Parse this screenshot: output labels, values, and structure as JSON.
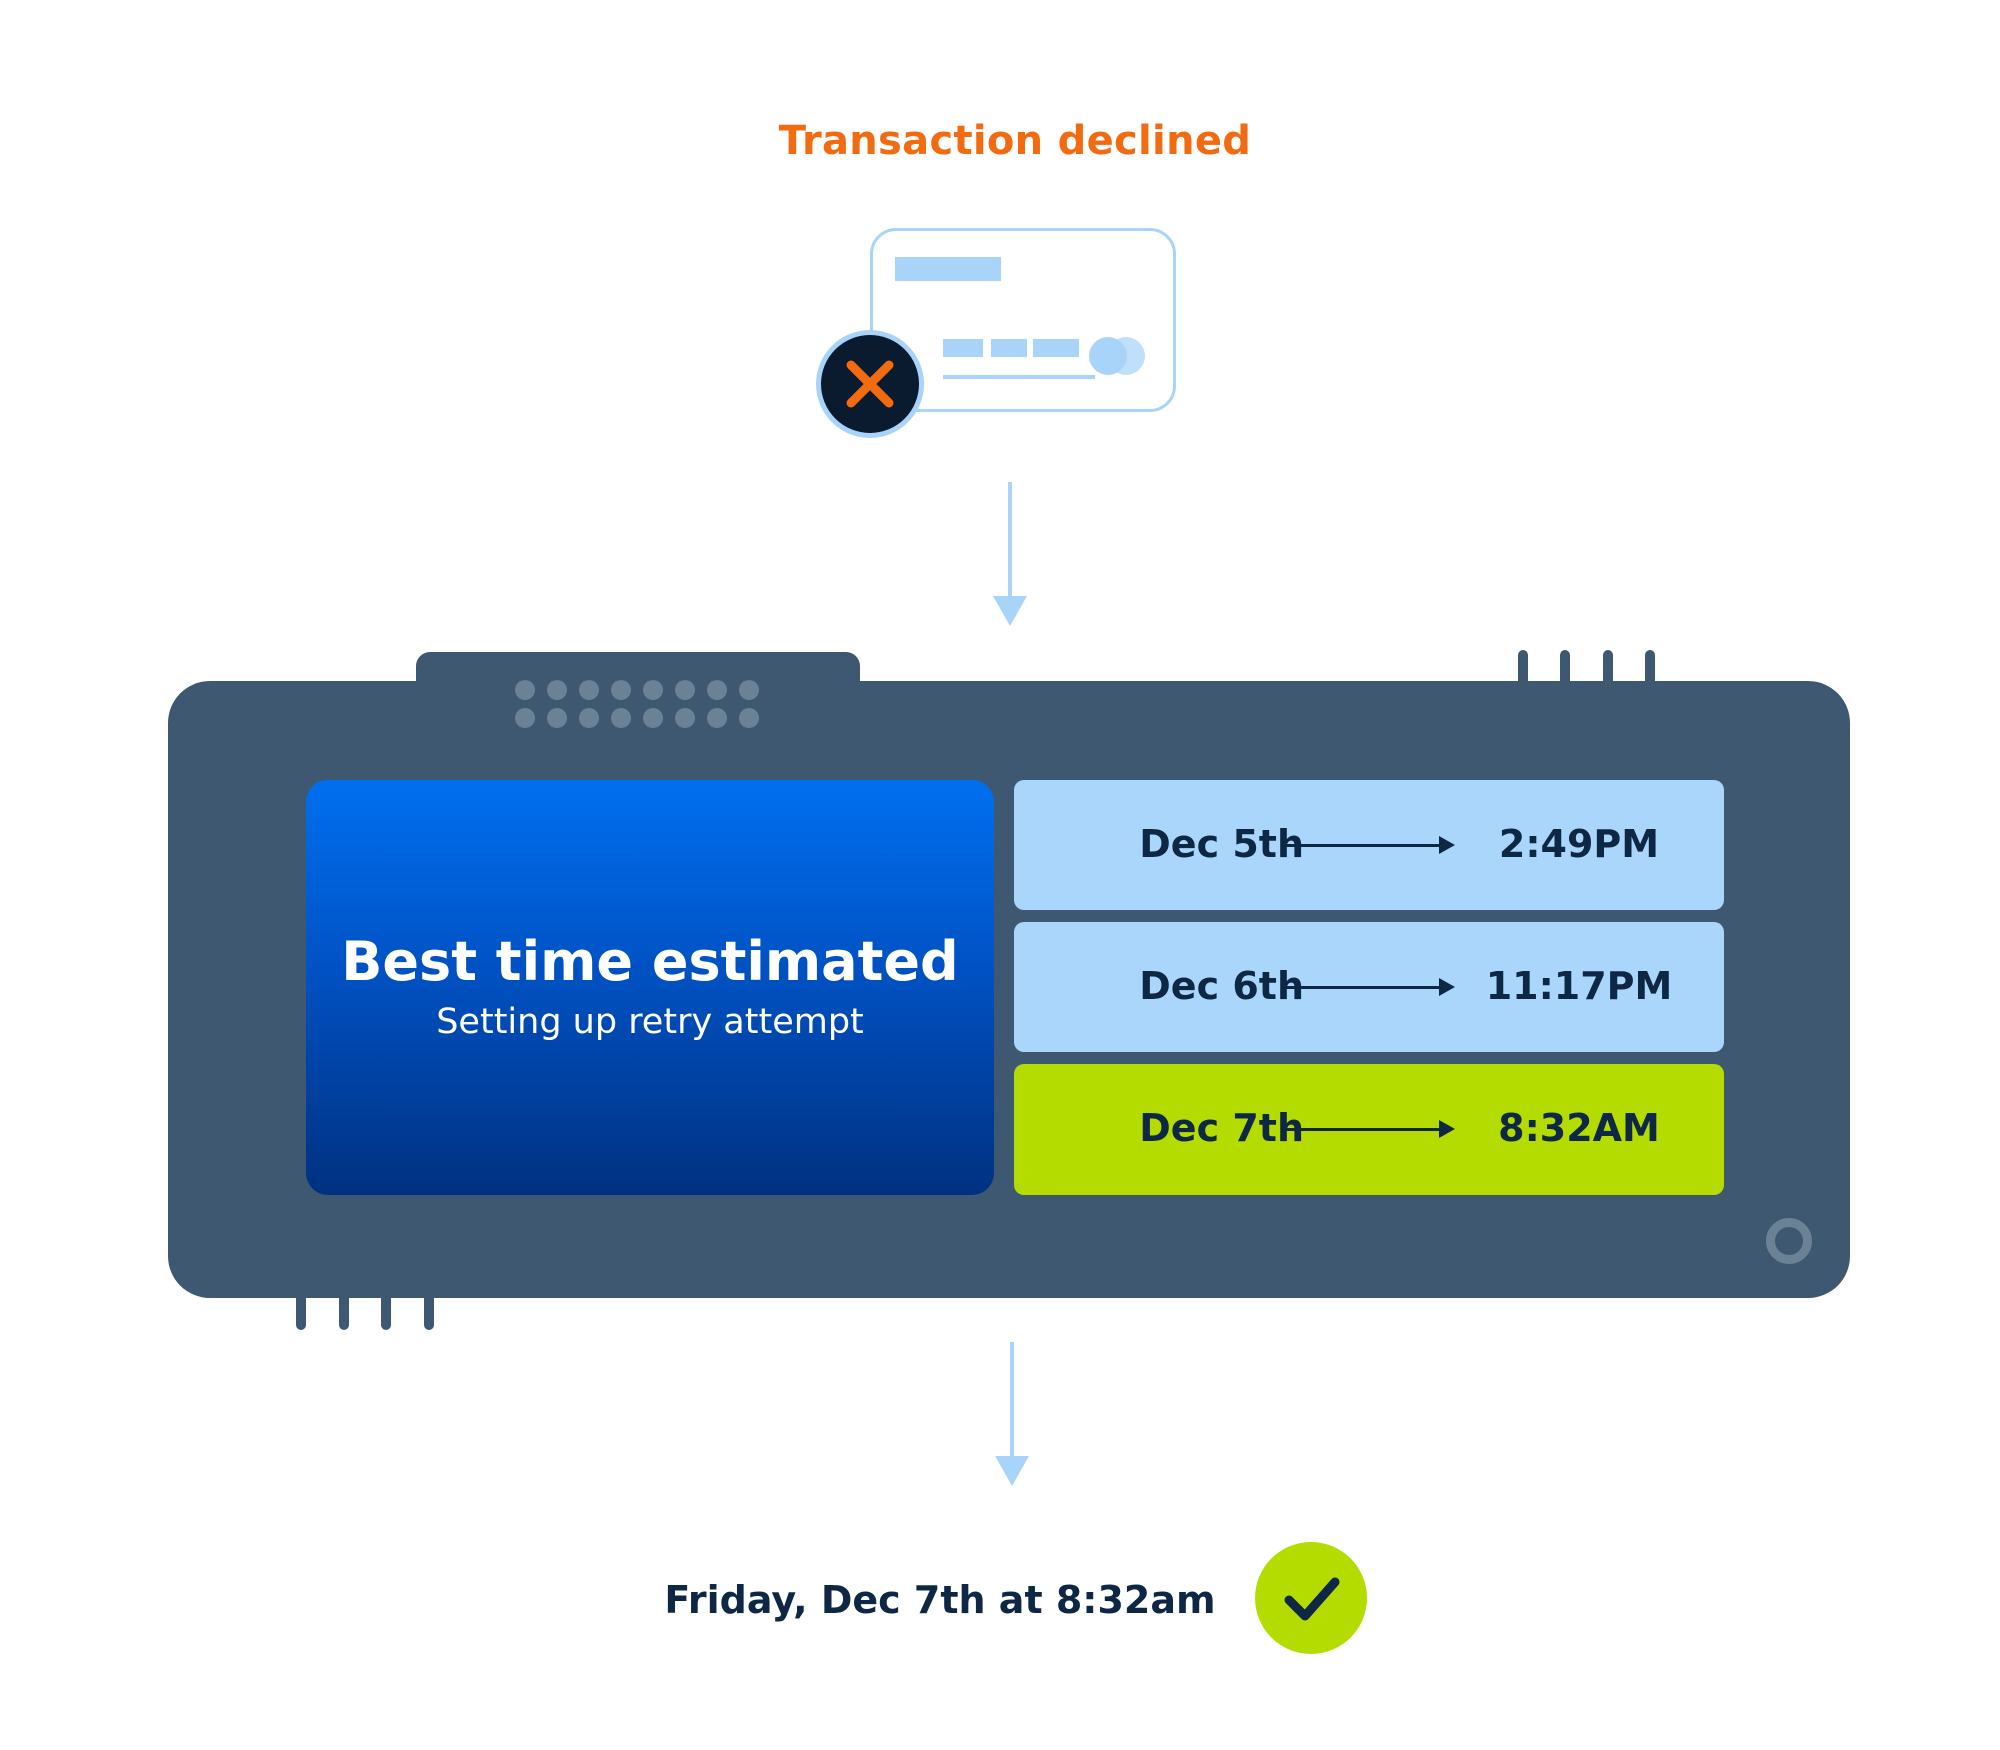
{
  "header": {
    "title": "Transaction declined"
  },
  "card": {
    "icon": "credit-card-icon",
    "status_icon": "close-icon"
  },
  "panel": {
    "title": "Best time estimated",
    "subtitle": "Setting up retry attempt"
  },
  "retry_slots": [
    {
      "date": "Dec 5th",
      "time": "2:49PM"
    },
    {
      "date": "Dec 6th",
      "time": "11:17PM"
    },
    {
      "date": "Dec 7th",
      "time": "8:32AM",
      "selected": true
    }
  ],
  "result": {
    "text": "Friday, Dec 7th at 8:32am",
    "status_icon": "checkmark-icon"
  },
  "colors": {
    "accent_orange": "#f36b10",
    "light_blue": "#aad6fb",
    "device": "#3f5871",
    "lime": "#b4dc00",
    "navy": "#0d2744"
  }
}
